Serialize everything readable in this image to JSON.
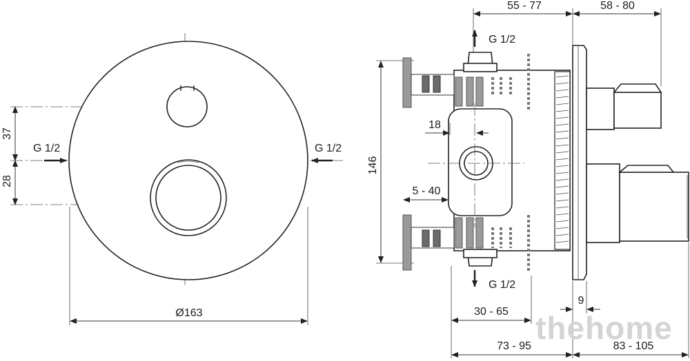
{
  "front_view": {
    "dim_37": "37",
    "dim_28": "28",
    "inlet_left": "G 1/2",
    "inlet_right": "G 1/2",
    "diameter": "Ø163"
  },
  "side_view": {
    "dim_55_77": "55 - 77",
    "dim_58_80": "58 - 80",
    "outlet_top": "G 1/2",
    "outlet_bottom": "G 1/2",
    "dim_18": "18",
    "dim_146": "146",
    "dim_5_40": "5 - 40",
    "dim_9": "9",
    "dim_30_65": "30 - 65",
    "dim_73_95": "73 - 95",
    "dim_83_105": "83 - 105"
  },
  "watermark": "thehome"
}
